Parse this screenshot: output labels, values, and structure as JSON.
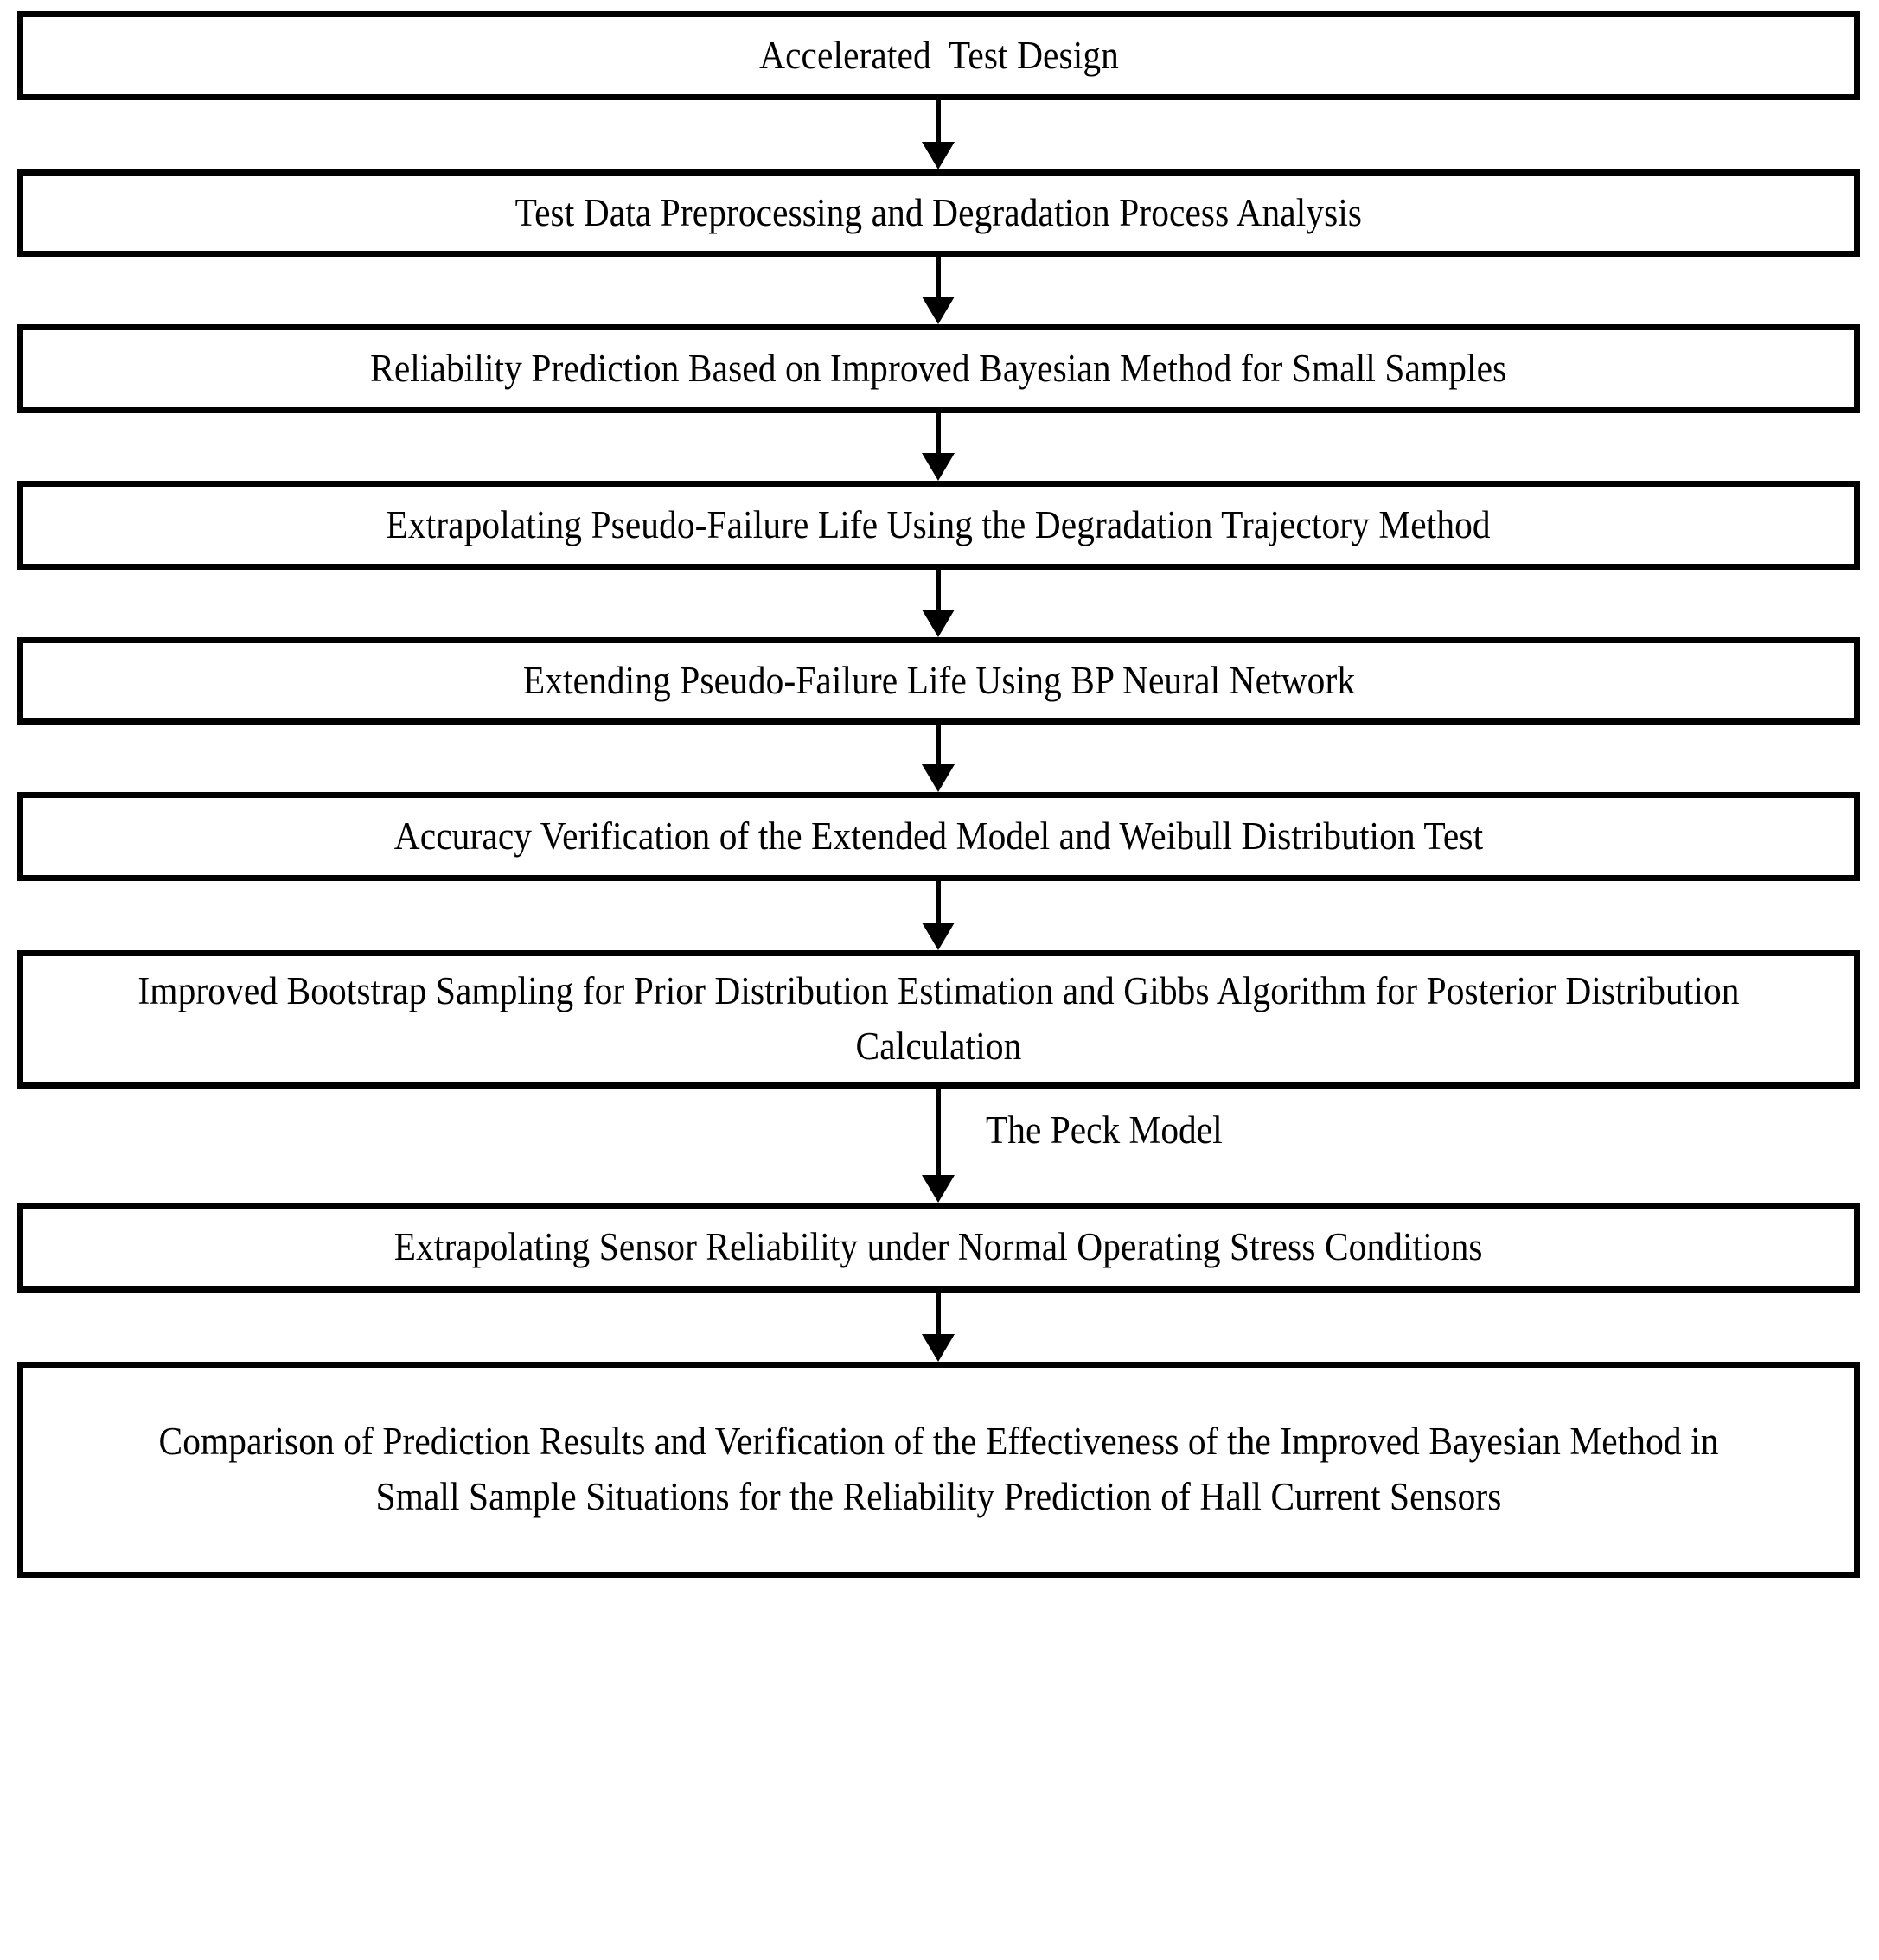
{
  "diagram": {
    "title": "Reliability Prediction Flowchart for Hall Current Sensors",
    "background_color": "#ffffff",
    "line_color": "#000000",
    "nodes": [
      {
        "id": "n1",
        "label": "Accelerated  Test Design"
      },
      {
        "id": "n2",
        "label": "Test Data Preprocessing and Degradation Process Analysis"
      },
      {
        "id": "n3",
        "label": "Reliability Prediction Based on Improved Bayesian Method for Small Samples"
      },
      {
        "id": "n4",
        "label": "Extrapolating Pseudo-Failure Life Using the Degradation Trajectory Method"
      },
      {
        "id": "n5",
        "label": "Extending Pseudo-Failure Life Using BP Neural Network"
      },
      {
        "id": "n6",
        "label": "Accuracy Verification of the Extended Model and Weibull Distribution Test"
      },
      {
        "id": "n7",
        "label": "Improved Bootstrap Sampling for Prior Distribution Estimation and Gibbs Algorithm for Posterior Distribution Calculation"
      },
      {
        "id": "n8",
        "label": "Extrapolating Sensor Reliability under Normal Operating Stress Conditions"
      },
      {
        "id": "n9",
        "label": "Comparison of Prediction Results and Verification of the Effectiveness of the Improved Bayesian Method in Small Sample Situations for the Reliability Prediction of Hall Current Sensors"
      }
    ],
    "edges": [
      {
        "id": "e1",
        "from": "n1",
        "to": "n2",
        "label": ""
      },
      {
        "id": "e2",
        "from": "n2",
        "to": "n3",
        "label": ""
      },
      {
        "id": "e3",
        "from": "n3",
        "to": "n4",
        "label": ""
      },
      {
        "id": "e4",
        "from": "n4",
        "to": "n5",
        "label": ""
      },
      {
        "id": "e5",
        "from": "n5",
        "to": "n6",
        "label": ""
      },
      {
        "id": "e6",
        "from": "n6",
        "to": "n7",
        "label": ""
      },
      {
        "id": "e7",
        "from": "n7",
        "to": "n8",
        "label": "The Peck Model"
      },
      {
        "id": "e8",
        "from": "n8",
        "to": "n9",
        "label": ""
      }
    ]
  }
}
